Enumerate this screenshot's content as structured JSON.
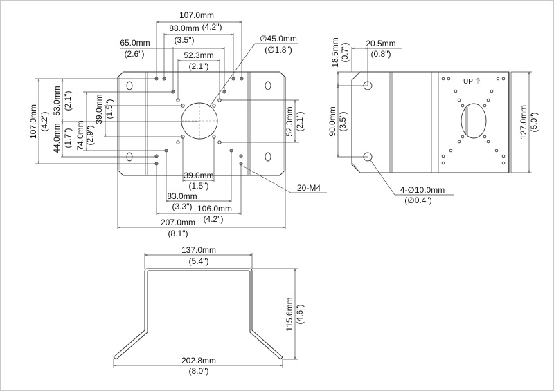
{
  "front_view": {
    "top_dims": [
      {
        "mm": "107.0mm",
        "in": "(4.2\")"
      },
      {
        "mm": "88.0mm",
        "in": "(3.5\")"
      },
      {
        "mm": "65.0mm",
        "in": "(2.6\")"
      },
      {
        "mm": "52.3mm",
        "in": "(2.1\")"
      }
    ],
    "diameter": {
      "mm": "∅45.0mm",
      "in": "(∅1.8\")"
    },
    "left_dims": [
      {
        "mm": "107.0mm",
        "in": "(4.2\")"
      },
      {
        "mm": "53.0mm",
        "in": "(2.1\")"
      },
      {
        "mm": "44.0mm",
        "in": "(1.7\")"
      },
      {
        "mm": "74.0mm",
        "in": "(2.9\")"
      },
      {
        "mm": "39.0mm",
        "in": "(1.5\")"
      }
    ],
    "right_dim": {
      "mm": "52.3mm",
      "in": "(2.1\")"
    },
    "bottom_dims": [
      {
        "mm": "39.0mm",
        "in": "(1.5\")"
      },
      {
        "mm": "83.0mm",
        "in": "(3.3\")"
      },
      {
        "mm": "106.0mm",
        "in": "(4.2\")"
      },
      {
        "mm": "207.0mm",
        "in": "(8.1\")"
      }
    ],
    "thread_callout": "20-M4"
  },
  "side_view": {
    "top_dims": [
      {
        "mm": "18.5mm",
        "in": "(0.7\")"
      },
      {
        "mm": "20.5mm",
        "in": "(0.8\")"
      }
    ],
    "left_dim": {
      "mm": "90.0mm",
      "in": "(3.5\")"
    },
    "right_dim": {
      "mm": "127.0mm",
      "in": "(5.0\")"
    },
    "up_label": "UP",
    "hole_callout": {
      "mm": "4-∅10.0mm",
      "in": "(∅0.4\")"
    }
  },
  "profile_view": {
    "top_dim": {
      "mm": "137.0mm",
      "in": "(5.4\")"
    },
    "right_dim": {
      "mm": "115.6mm",
      "in": "(4.6\")"
    },
    "bottom_dim": {
      "mm": "202.8mm",
      "in": "(8.0\")"
    }
  }
}
